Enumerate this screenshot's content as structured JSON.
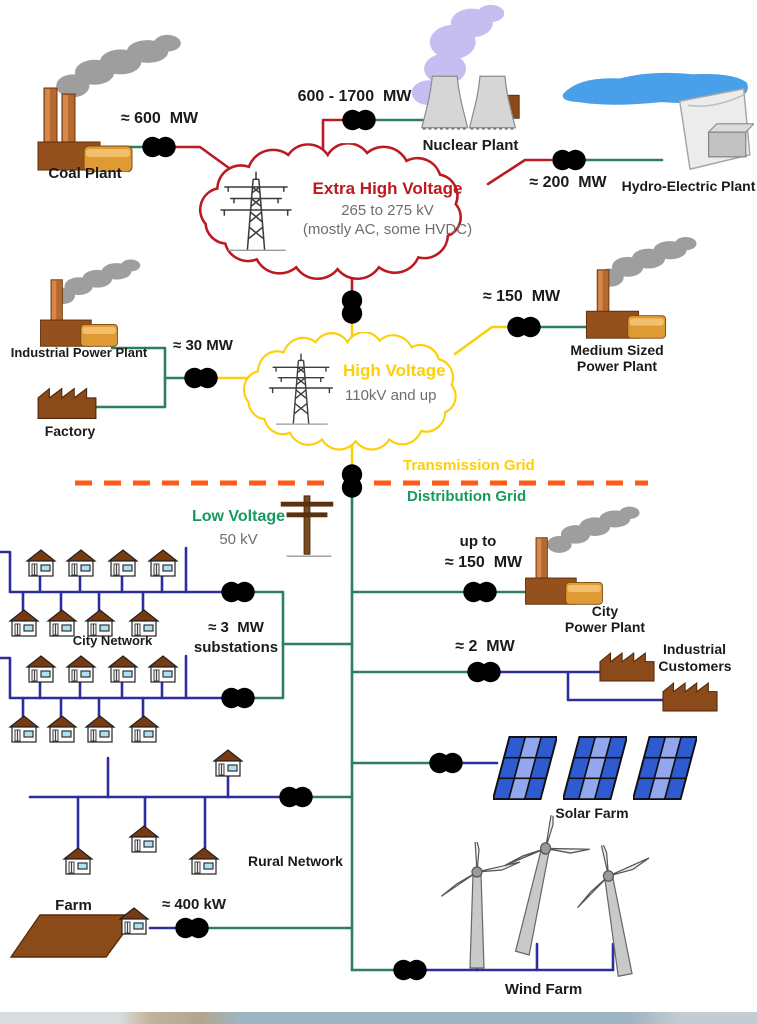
{
  "title": "Electricity grid schematic: transmission and distribution",
  "colors": {
    "red": "#bb1a20",
    "yellow": "#fdcf08",
    "greenline": "#2e7f5f",
    "greentext": "#169a60",
    "blue": "#2d2d9c",
    "navy": "#253178",
    "orange": "#ff5a17",
    "gray": "#6e6e6e"
  },
  "transmission": {
    "coal": {
      "label": "Coal Plant",
      "power": "≈ 600  MW"
    },
    "nuclear": {
      "label": "Nuclear Plant",
      "power": "600 - 1700  MW"
    },
    "hydro": {
      "label": "Hydro-Electric Plant",
      "power": "≈ 200  MW"
    },
    "ehv_cloud": {
      "title": "Extra High Voltage",
      "line2": "265 to 275 kV",
      "line3": "(mostly AC, some HVDC)"
    },
    "hv_cloud": {
      "title": "High Voltage",
      "line2": "110kV and up"
    },
    "medium_plant": {
      "label_line1": "Medium Sized",
      "label_line2": "Power Plant",
      "power": "≈ 150  MW"
    },
    "industrial_plant": {
      "label": "Industrial Power Plant",
      "factory_label": "Factory",
      "power": "≈ 30 MW"
    }
  },
  "boundary": {
    "transmission_label": "Transmission Grid",
    "distribution_label": "Distribution Grid"
  },
  "distribution": {
    "low_voltage": {
      "title": "Low Voltage",
      "subtitle": "50 kV"
    },
    "city_network": {
      "label": "City Network",
      "sub_line1": "≈ 3  MW",
      "sub_line2": "substations"
    },
    "city_power_plant": {
      "up_to": "up to",
      "power": "≈ 150  MW",
      "label_line1": "City",
      "label_line2": "Power Plant"
    },
    "industrial_customers": {
      "power": "≈ 2  MW",
      "label_line1": "Industrial",
      "label_line2": "Customers"
    },
    "solar_farm": {
      "label": "Solar Farm"
    },
    "rural_network": {
      "label": "Rural Network"
    },
    "farm": {
      "label": "Farm",
      "power": "≈ 400 kW"
    },
    "wind_farm": {
      "label": "Wind Farm"
    }
  }
}
